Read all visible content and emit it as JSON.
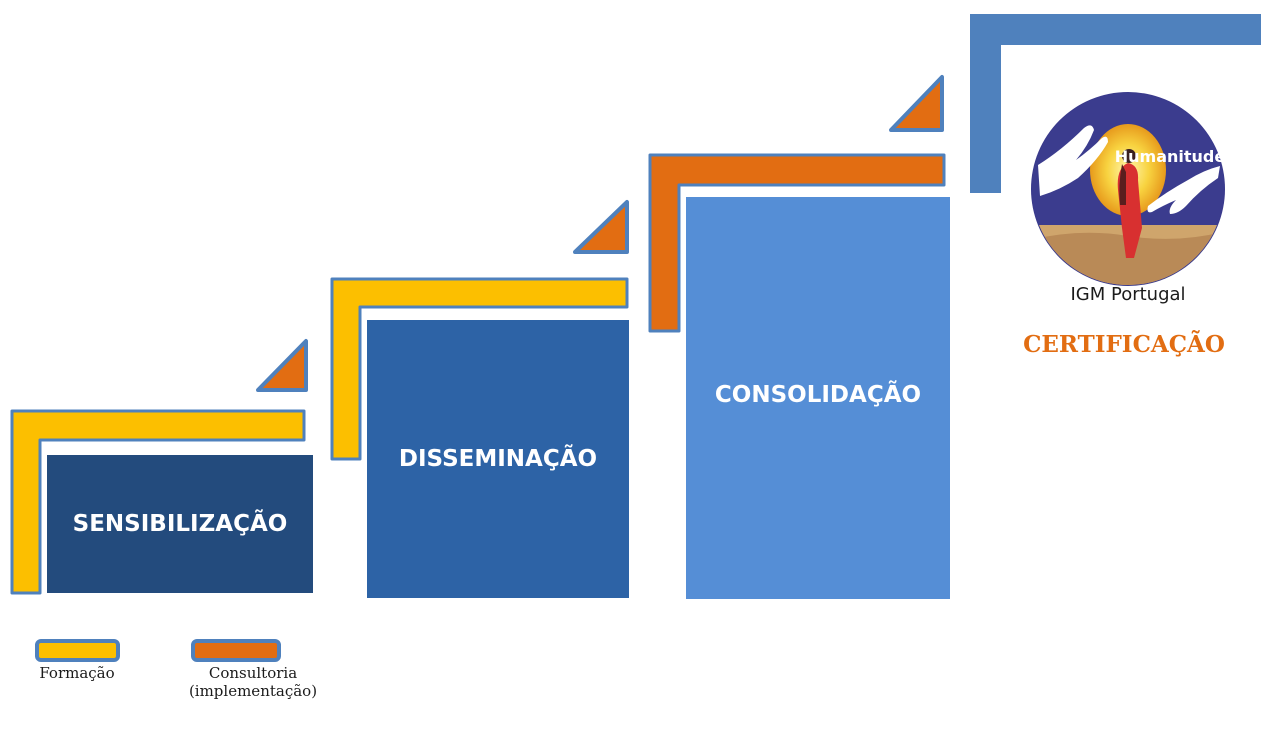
{
  "steps": [
    {
      "label": "SENSIBILIZAÇÃO",
      "color": "#234b7d"
    },
    {
      "label": "DISSEMINAÇÃO",
      "color": "#2d63a6"
    },
    {
      "label": "CONSOLIDAÇÃO",
      "color": "#558ed6"
    }
  ],
  "certification": {
    "label": "CERTIFICAÇÃO",
    "color": "#e26d12",
    "logo": {
      "top_text": "Humanitude",
      "bottom_text": "IGM Portugal",
      "icon": "humanitude-logo"
    }
  },
  "legend": [
    {
      "label": "Formação",
      "color": "#fcbf00"
    },
    {
      "label_line1": "Consultoria",
      "label_line2": "(implementação)",
      "color": "#e26d12"
    }
  ],
  "colors": {
    "formacao": "#fcbf00",
    "consultoria": "#e26d12",
    "outline": "#4f81bd",
    "certification_frame": "#4f81bd"
  }
}
